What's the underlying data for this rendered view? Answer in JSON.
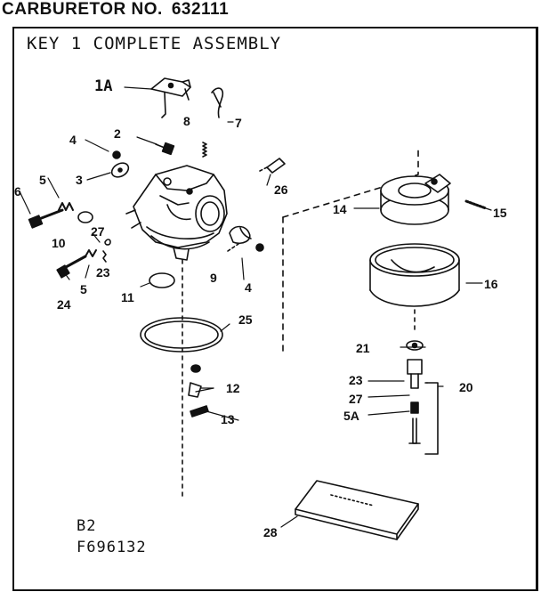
{
  "header": {
    "title": "CARBURETOR NO.",
    "number": "632111"
  },
  "subtitle": "KEY 1 COMPLETE ASSEMBLY",
  "labels": {
    "p1a": "1A",
    "p2": "2",
    "p3": "3",
    "p4a": "4",
    "p4b": "4",
    "p5a": "5",
    "p5b": "5",
    "p5A": "5A",
    "p6": "6",
    "p7": "7",
    "p8": "8",
    "p9": "9",
    "p10": "10",
    "p11": "11",
    "p12": "12",
    "p13": "13",
    "p14": "14",
    "p15": "15",
    "p16": "16",
    "p20": "20",
    "p21": "21",
    "p23a": "23",
    "p23b": "23",
    "p24": "24",
    "p25": "25",
    "p26": "26",
    "p27a": "27",
    "p27b": "27",
    "p28": "28"
  },
  "footer": {
    "code1": "B2",
    "code2": "F696132"
  }
}
